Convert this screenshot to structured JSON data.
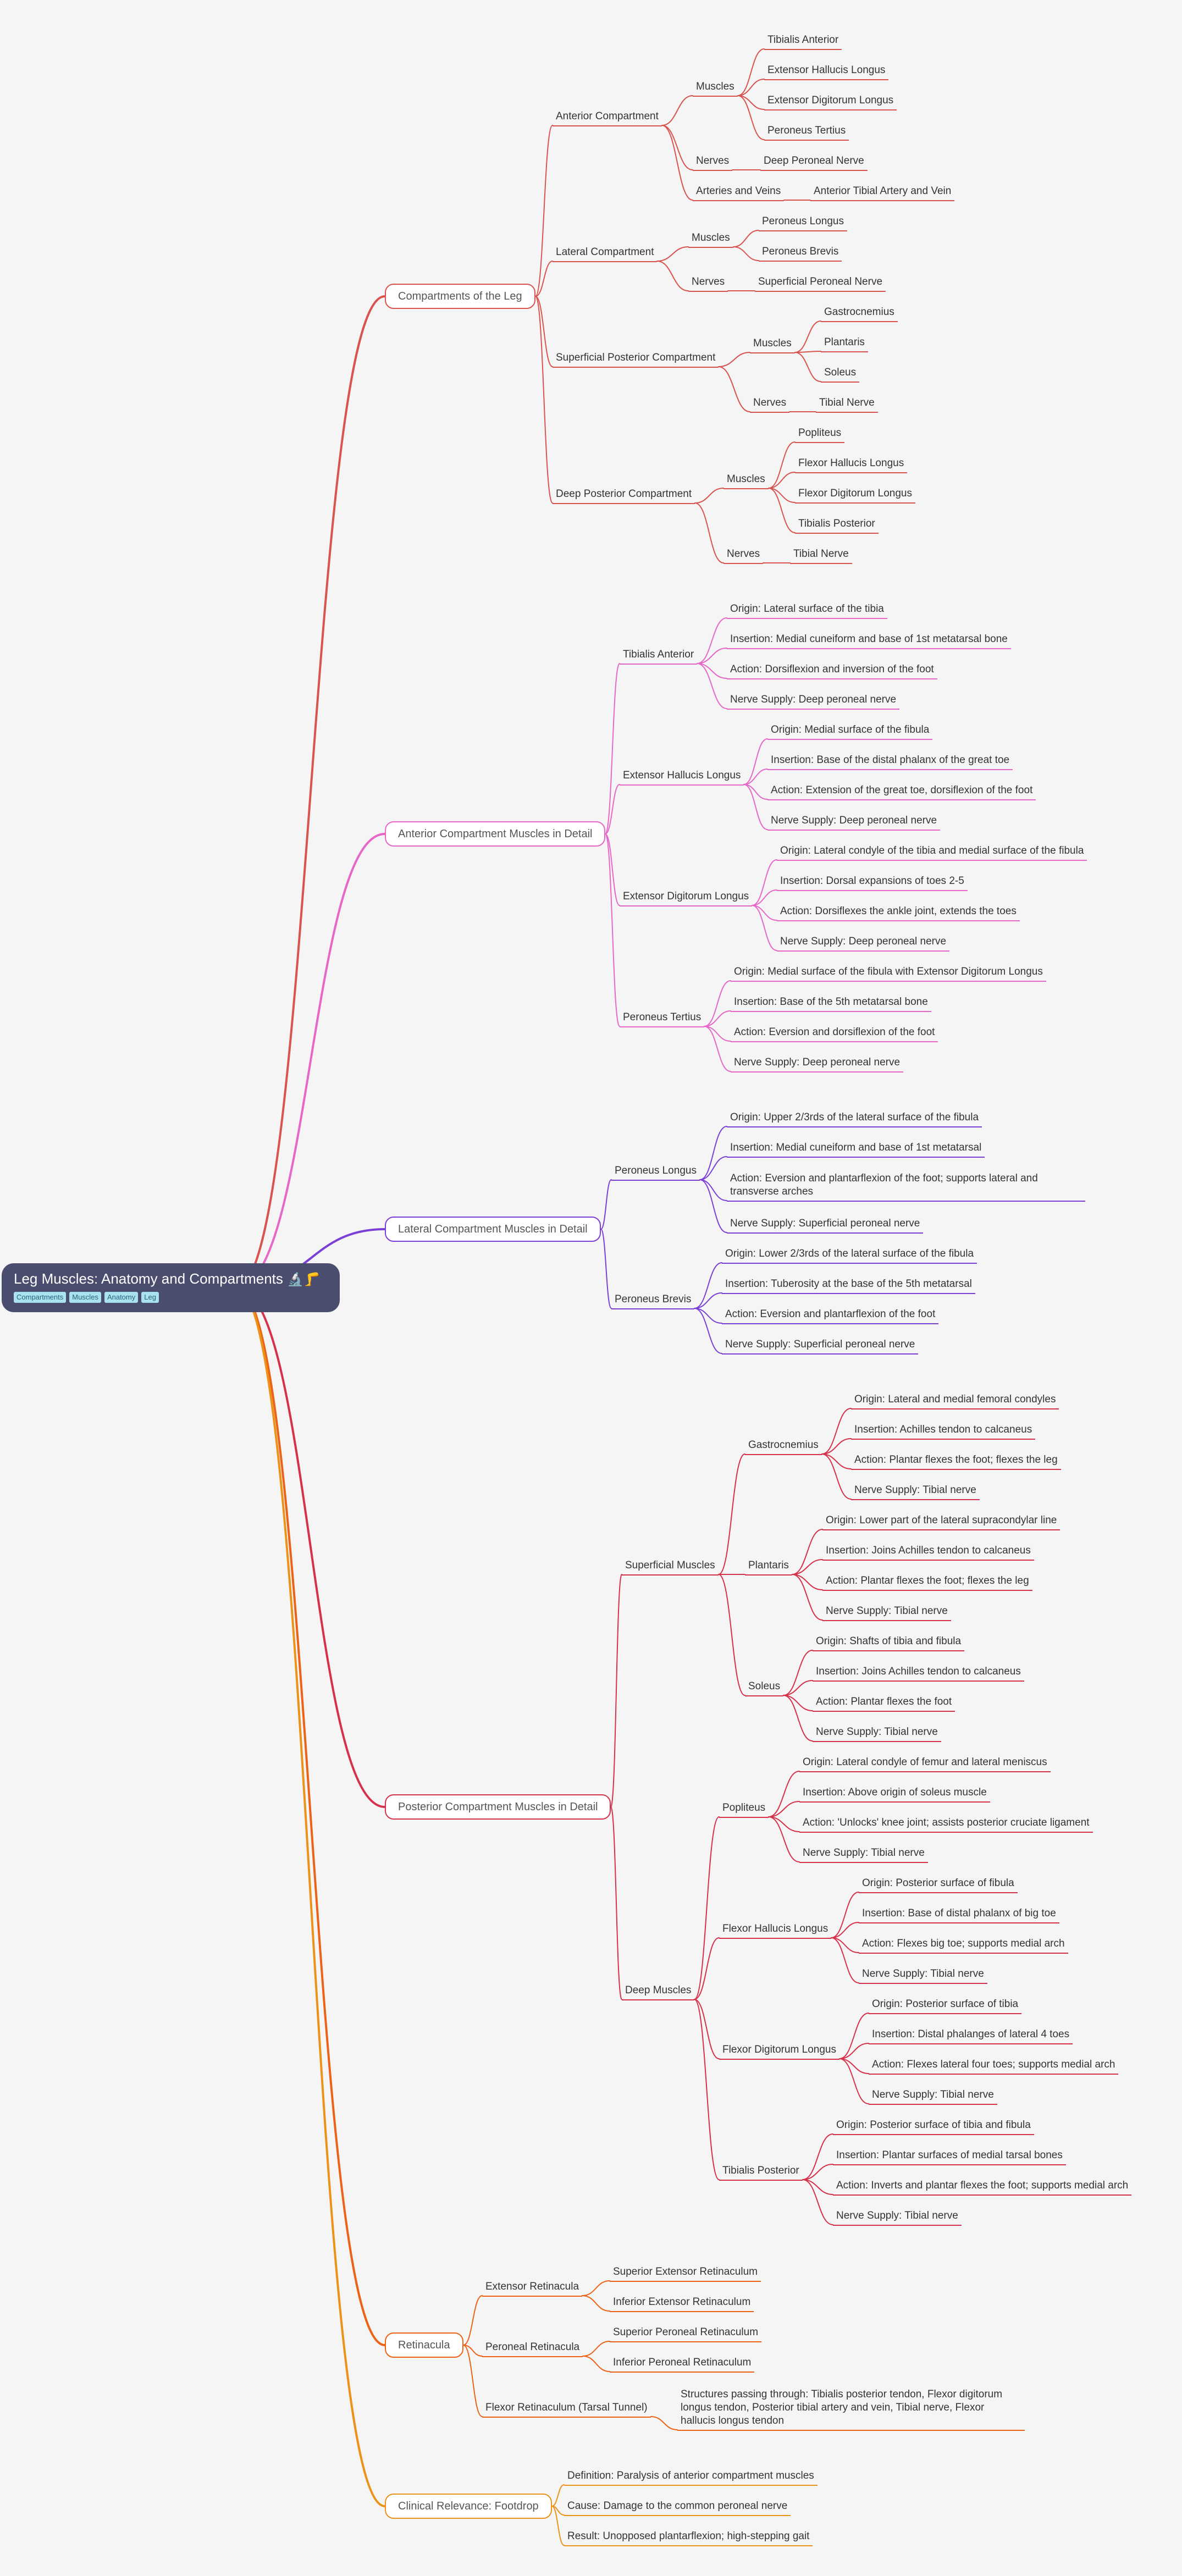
{
  "root": {
    "title": "Leg Muscles: Anatomy and Compartments",
    "icons": [
      "microscope-icon",
      "leg-icon"
    ],
    "tags": [
      "Compartments",
      "Muscles",
      "Anatomy",
      "Leg"
    ]
  },
  "colors": {
    "background": "#f5f5f5",
    "root_fill": "#4a4d6e",
    "tag_fill": "#a9e3ef",
    "branch_compartments": "#d9534f",
    "branch_anterior": "#e667c8",
    "branch_lateral": "#7b3fd6",
    "branch_posterior": "#d6314a",
    "branch_retinacula": "#ec6216",
    "branch_clinical": "#ec9218"
  },
  "branches": [
    {
      "label": "Compartments of the Leg",
      "children": [
        {
          "label": "Anterior Compartment",
          "children": [
            {
              "label": "Muscles",
              "children": [
                {
                  "label": "Tibialis Anterior"
                },
                {
                  "label": "Extensor Hallucis Longus"
                },
                {
                  "label": "Extensor Digitorum Longus"
                },
                {
                  "label": "Peroneus Tertius"
                }
              ]
            },
            {
              "label": "Nerves",
              "children": [
                {
                  "label": "Deep Peroneal Nerve"
                }
              ]
            },
            {
              "label": "Arteries and Veins",
              "children": [
                {
                  "label": "Anterior Tibial Artery and Vein"
                }
              ]
            }
          ]
        },
        {
          "label": "Lateral Compartment",
          "children": [
            {
              "label": "Muscles",
              "children": [
                {
                  "label": "Peroneus Longus"
                },
                {
                  "label": "Peroneus Brevis"
                }
              ]
            },
            {
              "label": "Nerves",
              "children": [
                {
                  "label": "Superficial Peroneal Nerve"
                }
              ]
            }
          ]
        },
        {
          "label": "Superficial Posterior Compartment",
          "children": [
            {
              "label": "Muscles",
              "children": [
                {
                  "label": "Gastrocnemius"
                },
                {
                  "label": "Plantaris"
                },
                {
                  "label": "Soleus"
                }
              ]
            },
            {
              "label": "Nerves",
              "children": [
                {
                  "label": "Tibial Nerve"
                }
              ]
            }
          ]
        },
        {
          "label": "Deep Posterior Compartment",
          "children": [
            {
              "label": "Muscles",
              "children": [
                {
                  "label": "Popliteus"
                },
                {
                  "label": "Flexor Hallucis Longus"
                },
                {
                  "label": "Flexor Digitorum Longus"
                },
                {
                  "label": "Tibialis Posterior"
                }
              ]
            },
            {
              "label": "Nerves",
              "children": [
                {
                  "label": "Tibial Nerve"
                }
              ]
            }
          ]
        }
      ]
    },
    {
      "label": "Anterior Compartment Muscles in Detail",
      "children": [
        {
          "label": "Tibialis Anterior",
          "children": [
            {
              "label": "Origin: Lateral surface of the tibia"
            },
            {
              "label": "Insertion: Medial cuneiform and base of 1st metatarsal bone"
            },
            {
              "label": "Action: Dorsiflexion and inversion of the foot"
            },
            {
              "label": "Nerve Supply: Deep peroneal nerve"
            }
          ]
        },
        {
          "label": "Extensor Hallucis Longus",
          "children": [
            {
              "label": "Origin: Medial surface of the fibula"
            },
            {
              "label": "Insertion: Base of the distal phalanx of the great toe"
            },
            {
              "label": "Action: Extension of the great toe, dorsiflexion of the foot"
            },
            {
              "label": "Nerve Supply: Deep peroneal nerve"
            }
          ]
        },
        {
          "label": "Extensor Digitorum Longus",
          "children": [
            {
              "label": "Origin: Lateral condyle of the tibia and medial surface of the fibula"
            },
            {
              "label": "Insertion: Dorsal expansions of toes 2-5"
            },
            {
              "label": "Action: Dorsiflexes the ankle joint, extends the toes"
            },
            {
              "label": "Nerve Supply: Deep peroneal nerve"
            }
          ]
        },
        {
          "label": "Peroneus Tertius",
          "children": [
            {
              "label": "Origin: Medial surface of the fibula with Extensor Digitorum Longus"
            },
            {
              "label": "Insertion: Base of the 5th metatarsal bone"
            },
            {
              "label": "Action: Eversion and dorsiflexion of the foot"
            },
            {
              "label": "Nerve Supply: Deep peroneal nerve"
            }
          ]
        }
      ]
    },
    {
      "label": "Lateral Compartment Muscles in Detail",
      "children": [
        {
          "label": "Peroneus Longus",
          "children": [
            {
              "label": "Origin: Upper 2/3rds of the lateral surface of the fibula"
            },
            {
              "label": "Insertion: Medial cuneiform and base of 1st metatarsal"
            },
            {
              "label": "Action: Eversion and plantarflexion of the foot; supports lateral and transverse arches"
            },
            {
              "label": "Nerve Supply: Superficial peroneal nerve"
            }
          ]
        },
        {
          "label": "Peroneus Brevis",
          "children": [
            {
              "label": "Origin: Lower 2/3rds of the lateral surface of the fibula"
            },
            {
              "label": "Insertion: Tuberosity at the base of the 5th metatarsal"
            },
            {
              "label": "Action: Eversion and plantarflexion of the foot"
            },
            {
              "label": "Nerve Supply: Superficial peroneal nerve"
            }
          ]
        }
      ]
    },
    {
      "label": "Posterior Compartment Muscles in Detail",
      "children": [
        {
          "label": "Superficial Muscles",
          "children": [
            {
              "label": "Gastrocnemius",
              "children": [
                {
                  "label": "Origin: Lateral and medial femoral condyles"
                },
                {
                  "label": "Insertion: Achilles tendon to calcaneus"
                },
                {
                  "label": "Action: Plantar flexes the foot; flexes the leg"
                },
                {
                  "label": "Nerve Supply: Tibial nerve"
                }
              ]
            },
            {
              "label": "Plantaris",
              "children": [
                {
                  "label": "Origin: Lower part of the lateral supracondylar line"
                },
                {
                  "label": "Insertion: Joins Achilles tendon to calcaneus"
                },
                {
                  "label": "Action: Plantar flexes the foot; flexes the leg"
                },
                {
                  "label": "Nerve Supply: Tibial nerve"
                }
              ]
            },
            {
              "label": "Soleus",
              "children": [
                {
                  "label": "Origin: Shafts of tibia and fibula"
                },
                {
                  "label": "Insertion: Joins Achilles tendon to calcaneus"
                },
                {
                  "label": "Action: Plantar flexes the foot"
                },
                {
                  "label": "Nerve Supply: Tibial nerve"
                }
              ]
            }
          ]
        },
        {
          "label": "Deep Muscles",
          "children": [
            {
              "label": "Popliteus",
              "children": [
                {
                  "label": "Origin: Lateral condyle of femur and lateral meniscus"
                },
                {
                  "label": "Insertion: Above origin of soleus muscle"
                },
                {
                  "label": "Action: 'Unlocks' knee joint; assists posterior cruciate ligament"
                },
                {
                  "label": "Nerve Supply: Tibial nerve"
                }
              ]
            },
            {
              "label": "Flexor Hallucis Longus",
              "children": [
                {
                  "label": "Origin: Posterior surface of fibula"
                },
                {
                  "label": "Insertion: Base of distal phalanx of big toe"
                },
                {
                  "label": "Action: Flexes big toe; supports medial arch"
                },
                {
                  "label": "Nerve Supply: Tibial nerve"
                }
              ]
            },
            {
              "label": "Flexor Digitorum Longus",
              "children": [
                {
                  "label": "Origin: Posterior surface of tibia"
                },
                {
                  "label": "Insertion: Distal phalanges of lateral 4 toes"
                },
                {
                  "label": "Action: Flexes lateral four toes; supports medial arch"
                },
                {
                  "label": "Nerve Supply: Tibial nerve"
                }
              ]
            },
            {
              "label": "Tibialis Posterior",
              "children": [
                {
                  "label": "Origin: Posterior surface of tibia and fibula"
                },
                {
                  "label": "Insertion: Plantar surfaces of medial tarsal bones"
                },
                {
                  "label": "Action: Inverts and plantar flexes the foot; supports medial arch"
                },
                {
                  "label": "Nerve Supply: Tibial nerve"
                }
              ]
            }
          ]
        }
      ]
    },
    {
      "label": "Retinacula",
      "children": [
        {
          "label": "Extensor Retinacula",
          "children": [
            {
              "label": "Superior Extensor Retinaculum"
            },
            {
              "label": "Inferior Extensor Retinaculum"
            }
          ]
        },
        {
          "label": "Peroneal Retinacula",
          "children": [
            {
              "label": "Superior Peroneal Retinaculum"
            },
            {
              "label": "Inferior Peroneal Retinaculum"
            }
          ]
        },
        {
          "label": "Flexor Retinaculum (Tarsal Tunnel)",
          "children": [
            {
              "label": "Structures passing through: Tibialis posterior tendon, Flexor digitorum longus tendon, Posterior tibial artery and vein, Tibial nerve, Flexor hallucis longus tendon"
            }
          ]
        }
      ]
    },
    {
      "label": "Clinical Relevance: Footdrop",
      "children": [
        {
          "label": "Definition: Paralysis of anterior compartment muscles"
        },
        {
          "label": "Cause: Damage to the common peroneal nerve"
        },
        {
          "label": "Result: Unopposed plantarflexion; high-stepping gait"
        }
      ]
    }
  ]
}
